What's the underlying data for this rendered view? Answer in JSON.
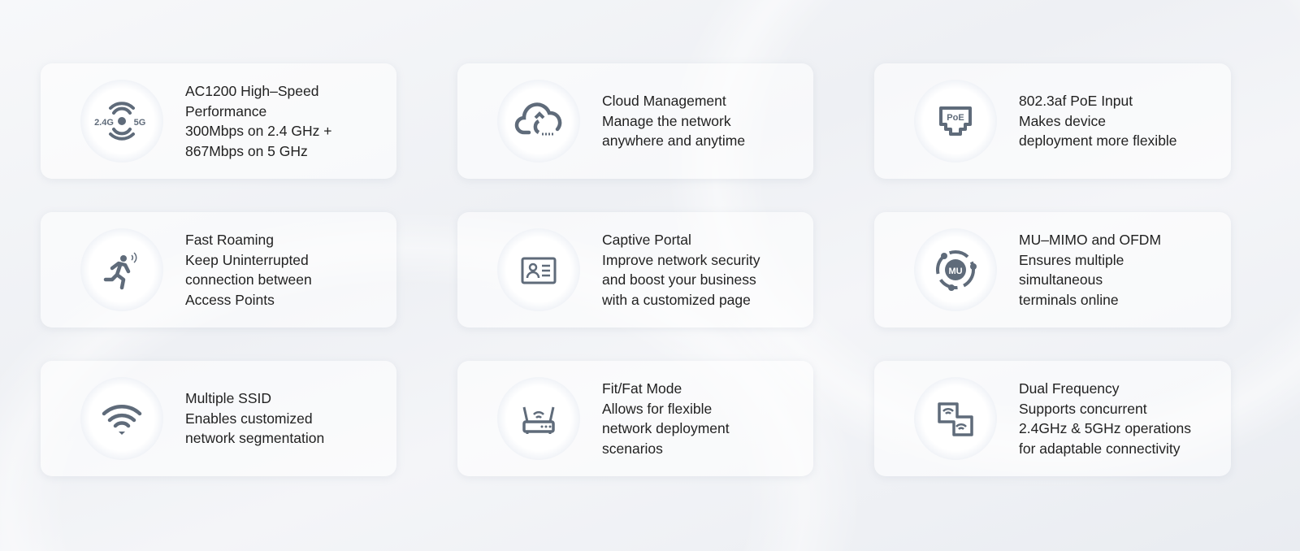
{
  "colors": {
    "icon": "#5f6b7a",
    "text": "#222222"
  },
  "features": [
    {
      "icon": "dual-band-wifi-icon",
      "icon_labels": [
        "2.4G",
        "5G"
      ],
      "lines": [
        "AC1200 High–Speed",
        "Performance",
        "300Mbps on 2.4 GHz +",
        "867Mbps on 5 GHz"
      ]
    },
    {
      "icon": "cloud-icon",
      "lines": [
        "Cloud Management",
        "Manage the network",
        "anywhere and anytime"
      ]
    },
    {
      "icon": "poe-port-icon",
      "icon_labels": [
        "PoE"
      ],
      "lines": [
        "802.3af PoE Input",
        "Makes device",
        "deployment more flexible"
      ]
    },
    {
      "icon": "running-person-icon",
      "lines": [
        "Fast Roaming",
        "Keep Uninterrupted",
        "connection between",
        "Access Points"
      ]
    },
    {
      "icon": "id-card-icon",
      "lines": [
        "Captive Portal",
        "Improve network security",
        "and boost your business",
        "with a customized page"
      ]
    },
    {
      "icon": "mu-mimo-icon",
      "icon_labels": [
        "MU"
      ],
      "lines": [
        "MU–MIMO and OFDM",
        "Ensures multiple",
        "simultaneous",
        "terminals online"
      ]
    },
    {
      "icon": "wifi-icon",
      "lines": [
        "Multiple SSID",
        "Enables customized",
        "network segmentation"
      ]
    },
    {
      "icon": "router-icon",
      "lines": [
        "Fit/Fat Mode",
        "Allows for flexible",
        "network deployment",
        "scenarios"
      ]
    },
    {
      "icon": "dual-frequency-icon",
      "lines": [
        "Dual Frequency",
        "Supports concurrent",
        "2.4GHz & 5GHz operations",
        "for adaptable connectivity"
      ]
    }
  ]
}
